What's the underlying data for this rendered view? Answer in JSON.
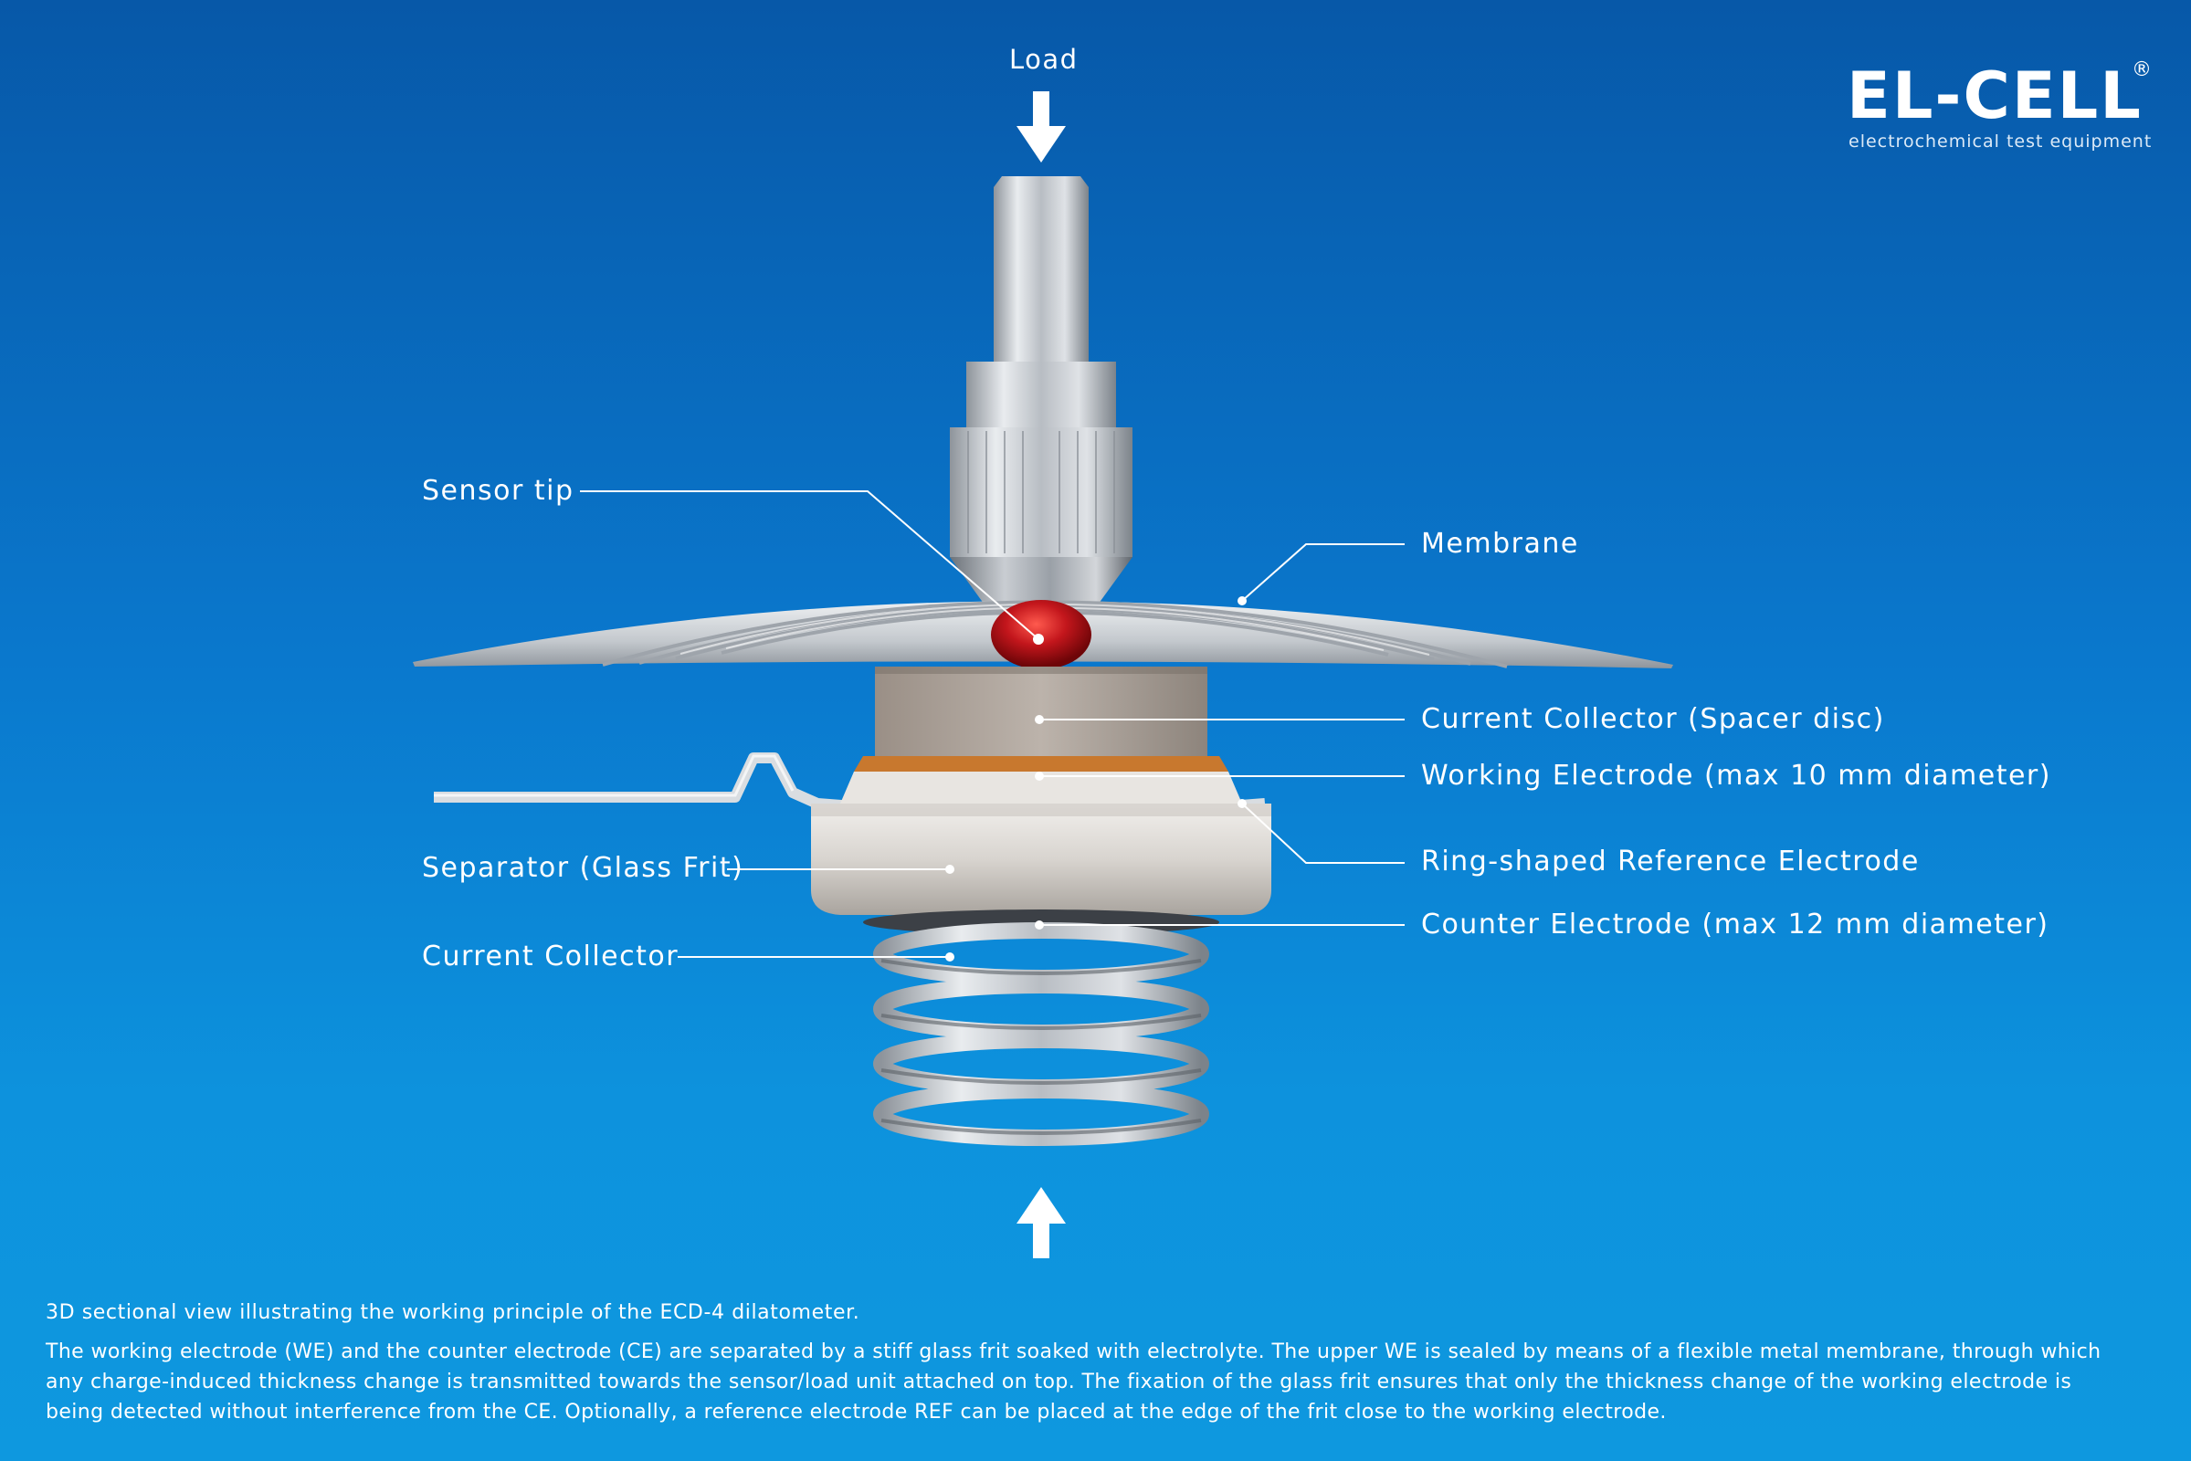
{
  "brand": {
    "name": "EL-CELL",
    "registered": "®",
    "tagline": "electrochemical test equipment"
  },
  "labels": {
    "load": "Load",
    "sensor_tip": "Sensor tip",
    "membrane": "Membrane",
    "current_collector_spacer": "Current Collector (Spacer disc)",
    "working_electrode": "Working Electrode (max 10 mm diameter)",
    "reference_electrode": "Ring-shaped Reference Electrode",
    "separator": "Separator (Glass Frit)",
    "counter_electrode": "Counter Electrode (max 12 mm diameter)",
    "current_collector": "Current Collector"
  },
  "caption": {
    "title": "3D sectional view illustrating the working principle of the ECD-4 dilatometer.",
    "lines": [
      "The working electrode (WE) and the counter electrode (CE) are separated by a stiff glass frit soaked with electrolyte. The upper WE is sealed by means of a flexible metal membrane, through which",
      "any charge-induced thickness change is transmitted towards the sensor/load unit attached on top. The fixation of the glass frit ensures that only the thickness change of the working electrode is",
      "being detected without interference from the CE. Optionally, a reference electrode REF can be placed at the edge of the frit close to the working electrode."
    ]
  },
  "colors": {
    "background_top": "#0758a8",
    "background_bottom": "#0e98df",
    "metal": "#c9cdd2",
    "working_electrode": "#c8782e",
    "sensor_tip": "#c0151b",
    "leader_line": "#ffffff"
  }
}
